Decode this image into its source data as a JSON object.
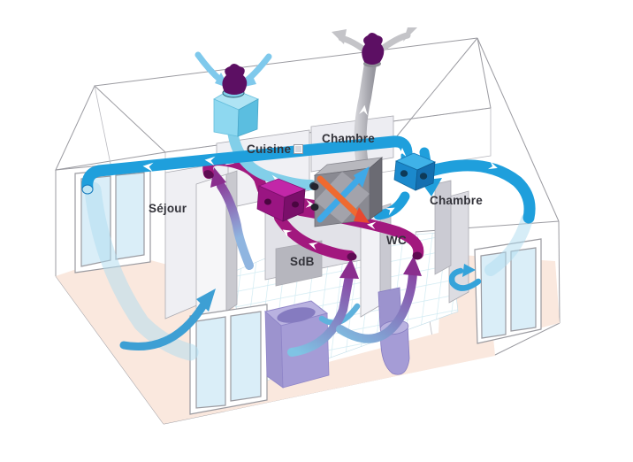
{
  "diagram": {
    "rooms": {
      "sejour": {
        "label": "Séjour"
      },
      "cuisine": {
        "label": "Cuisine"
      },
      "chambre1": {
        "label": "Chambre"
      },
      "chambre2": {
        "label": "Chambre"
      },
      "sdb": {
        "label": "SdB"
      },
      "wc": {
        "label": "WC"
      }
    },
    "components": {
      "roof_intake": "fresh-air roof intake",
      "roof_exhaust": "stale-air roof exhaust",
      "heat_exchanger": "double-flow heat exchanger",
      "extraction_manifold": "extraction manifold",
      "supply_plenum": "supply distribution box"
    }
  },
  "colors": {
    "supply_blue": "#1f9fdc",
    "supply_blue_dark": "#1679bc",
    "fresh_cyan": "#82cfe9",
    "extract_magenta": "#a2187e",
    "extract_dark": "#7c0f63",
    "cap_purple": "#5c0f63",
    "exhaust_gray": "#bcbcc2",
    "heat_arrow_blue": "#3fa9e8",
    "heat_arrow_orange": "#ef6a30",
    "floor_pink": "#fae8de",
    "tile_line": "#cfeaf2",
    "glass_blue": "#daeef8",
    "wall_gray": "#e4e4ea",
    "wall_gray_dark": "#b7b7bf",
    "fixture_purple": "#a59cd6"
  }
}
